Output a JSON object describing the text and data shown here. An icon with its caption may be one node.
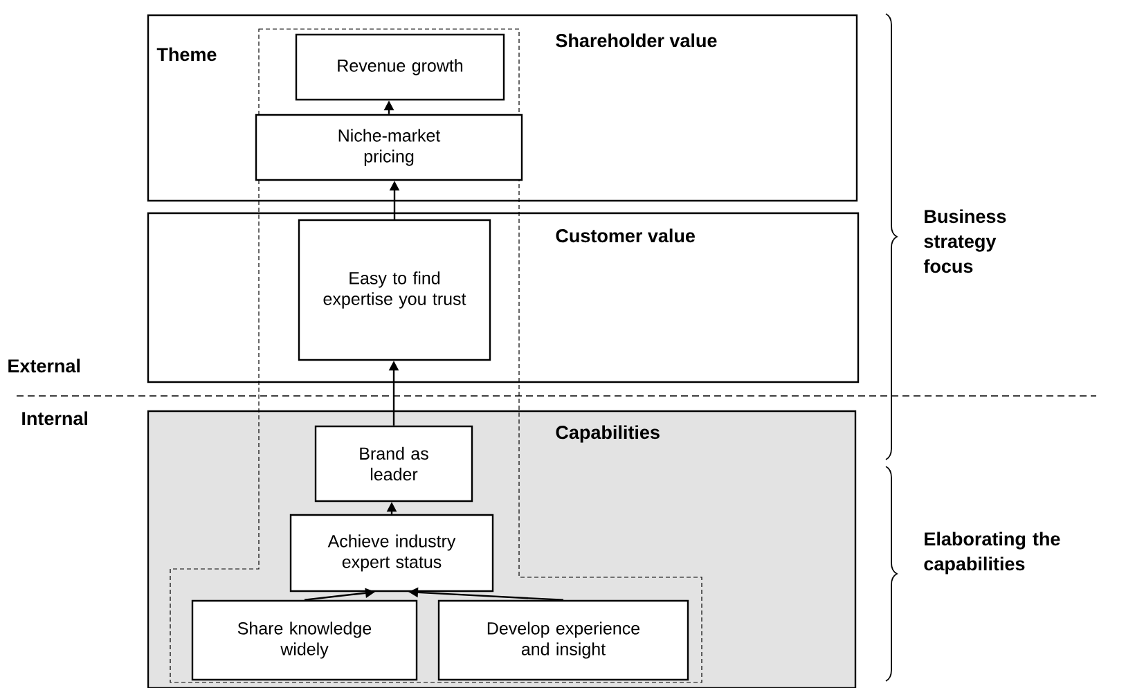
{
  "diagram": {
    "nodes": [
      {
        "text": [
          "Shareholder value"
        ]
      },
      {
        "text": [
          "Customer value"
        ]
      },
      {
        "text": [
          "Capabilities"
        ]
      },
      {
        "text": [
          "Revenue growth"
        ],
        "in": 0
      },
      {
        "text": [
          "Niche-market pricing"
        ],
        "in": 0
      },
      {
        "text": [
          "Easy to find expertise you trust"
        ],
        "in": 1
      },
      {
        "text": [
          "Brand as leader"
        ],
        "in": 2
      },
      {
        "text": [
          "Achieve industry expert status"
        ],
        "in": 2
      },
      {
        "text": [
          "Share knowledge widely"
        ],
        "in": 2
      },
      {
        "text": [
          "Develop experience and insight"
        ],
        "in": 2
      }
    ],
    "edges": [
      {
        "from": 4,
        "to": 3,
        "arrow": "to"
      },
      {
        "from": 5,
        "to": 4,
        "arrow": "to"
      },
      {
        "from": 6,
        "to": 5,
        "arrow": "to"
      },
      {
        "from": 7,
        "to": 6,
        "arrow": "to"
      },
      {
        "from": 8,
        "to": 7,
        "arrow": "to"
      },
      {
        "from": 9,
        "to": 7,
        "arrow": "to"
      }
    ],
    "labels": [
      "Theme",
      "External",
      "Internal",
      "Business strategy focus",
      "Elaborating the capabilities"
    ]
  }
}
